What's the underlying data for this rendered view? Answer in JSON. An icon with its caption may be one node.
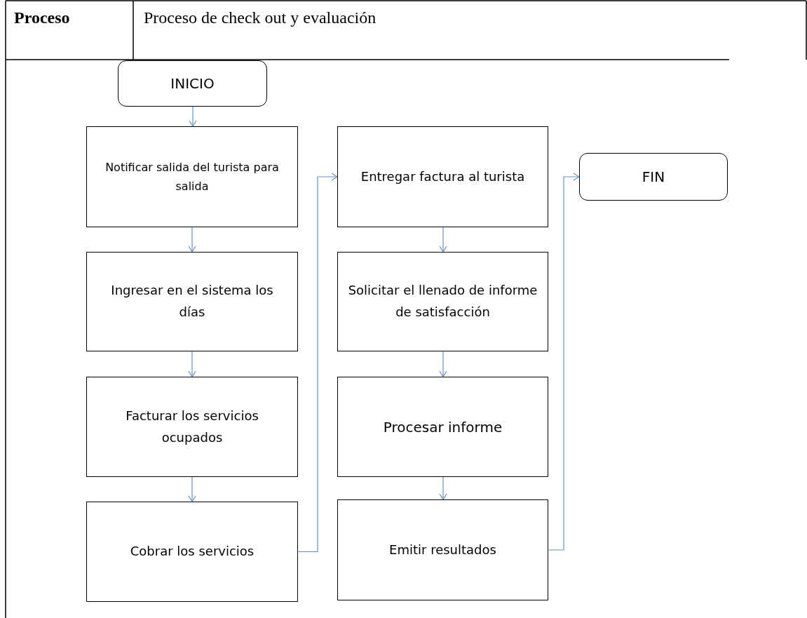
{
  "diagram": {
    "nodes": [
      {
        "text": [
          "INICIO"
        ]
      },
      {
        "text": [
          "Notificar salida del turista para salida"
        ]
      },
      {
        "text": [
          "Ingresar en el sistema los días"
        ]
      },
      {
        "text": [
          "Facturar los servicios ocupados"
        ]
      },
      {
        "text": [
          "Cobrar los servicios"
        ]
      },
      {
        "text": [
          "Entregar factura al turista"
        ]
      },
      {
        "text": [
          "Solicitar el llenado de informe de satisfacción"
        ]
      },
      {
        "text": [
          "Procesar informe"
        ]
      },
      {
        "text": [
          "Emitir resultados"
        ]
      },
      {
        "text": [
          "FIN"
        ]
      }
    ],
    "edges": [
      {
        "from": 0,
        "to": 1,
        "arrow": "to"
      },
      {
        "from": 1,
        "to": 2,
        "arrow": "to"
      },
      {
        "from": 2,
        "to": 3,
        "arrow": "to"
      },
      {
        "from": 3,
        "to": 4,
        "arrow": "to"
      },
      {
        "from": 4,
        "to": 5,
        "arrow": "to"
      },
      {
        "from": 5,
        "to": 6,
        "arrow": "to"
      },
      {
        "from": 6,
        "to": 7,
        "arrow": "to"
      },
      {
        "from": 7,
        "to": 8,
        "arrow": "to"
      },
      {
        "from": 8,
        "to": 9,
        "arrow": "to"
      }
    ],
    "labels": [
      "Proceso",
      "Proceso de check out y evaluación"
    ]
  }
}
